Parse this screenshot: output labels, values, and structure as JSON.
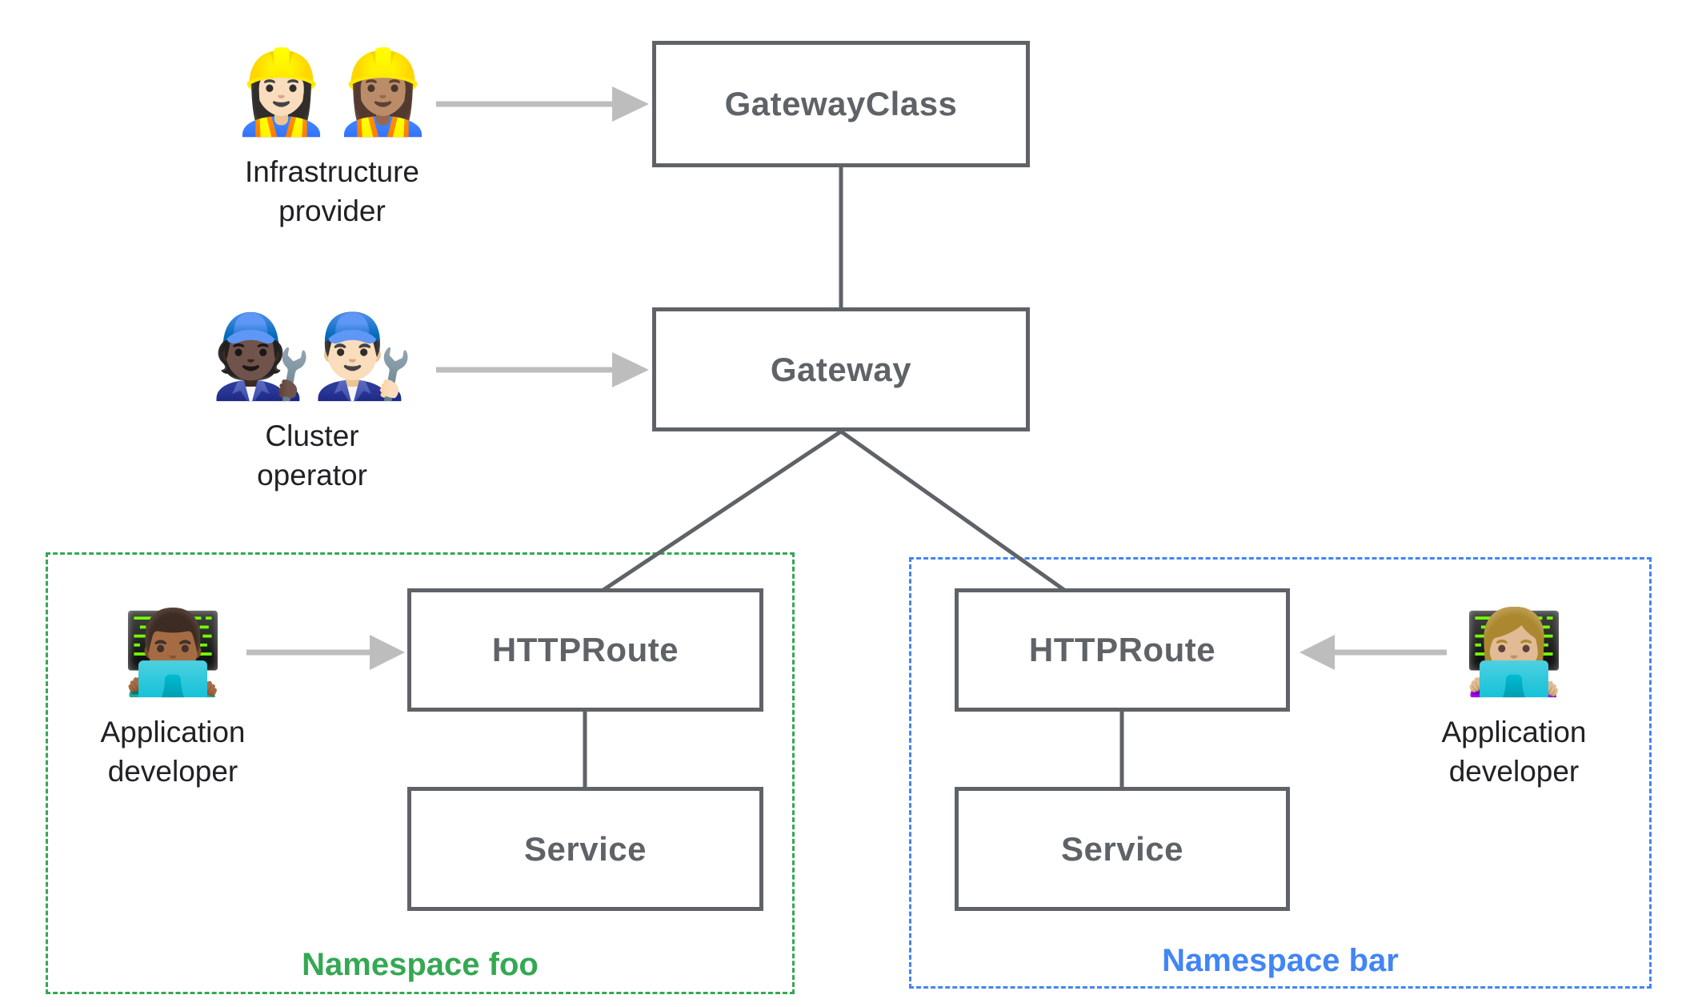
{
  "diagram": {
    "nodes": {
      "gateway_class": {
        "label": "GatewayClass"
      },
      "gateway": {
        "label": "Gateway"
      },
      "httproute_foo": {
        "label": "HTTPRoute"
      },
      "service_foo": {
        "label": "Service"
      },
      "httproute_bar": {
        "label": "HTTPRoute"
      },
      "service_bar": {
        "label": "Service"
      }
    },
    "actors": {
      "infrastructure_provider": {
        "emoji": "👷🏻‍♀️👷🏽‍♀️",
        "line1": "Infrastructure",
        "line2": "provider"
      },
      "cluster_operator": {
        "emoji": "🧑🏿‍🔧👨🏻‍🔧",
        "line1": "Cluster",
        "line2": "operator"
      },
      "application_developer_foo": {
        "emoji": "👨🏾‍💻",
        "line1": "Application",
        "line2": "developer"
      },
      "application_developer_bar": {
        "emoji": "👩🏼‍💻",
        "line1": "Application",
        "line2": "developer"
      }
    },
    "namespaces": {
      "foo": {
        "label": "Namespace foo",
        "color": "#34a853"
      },
      "bar": {
        "label": "Namespace bar",
        "color": "#4285f4"
      }
    },
    "colors": {
      "node_border": "#5f6368",
      "node_text": "#5f6368",
      "connector": "#5f6368",
      "arrow": "#bdbdbd",
      "actor_label": "#202124",
      "background": "#ffffff"
    }
  }
}
